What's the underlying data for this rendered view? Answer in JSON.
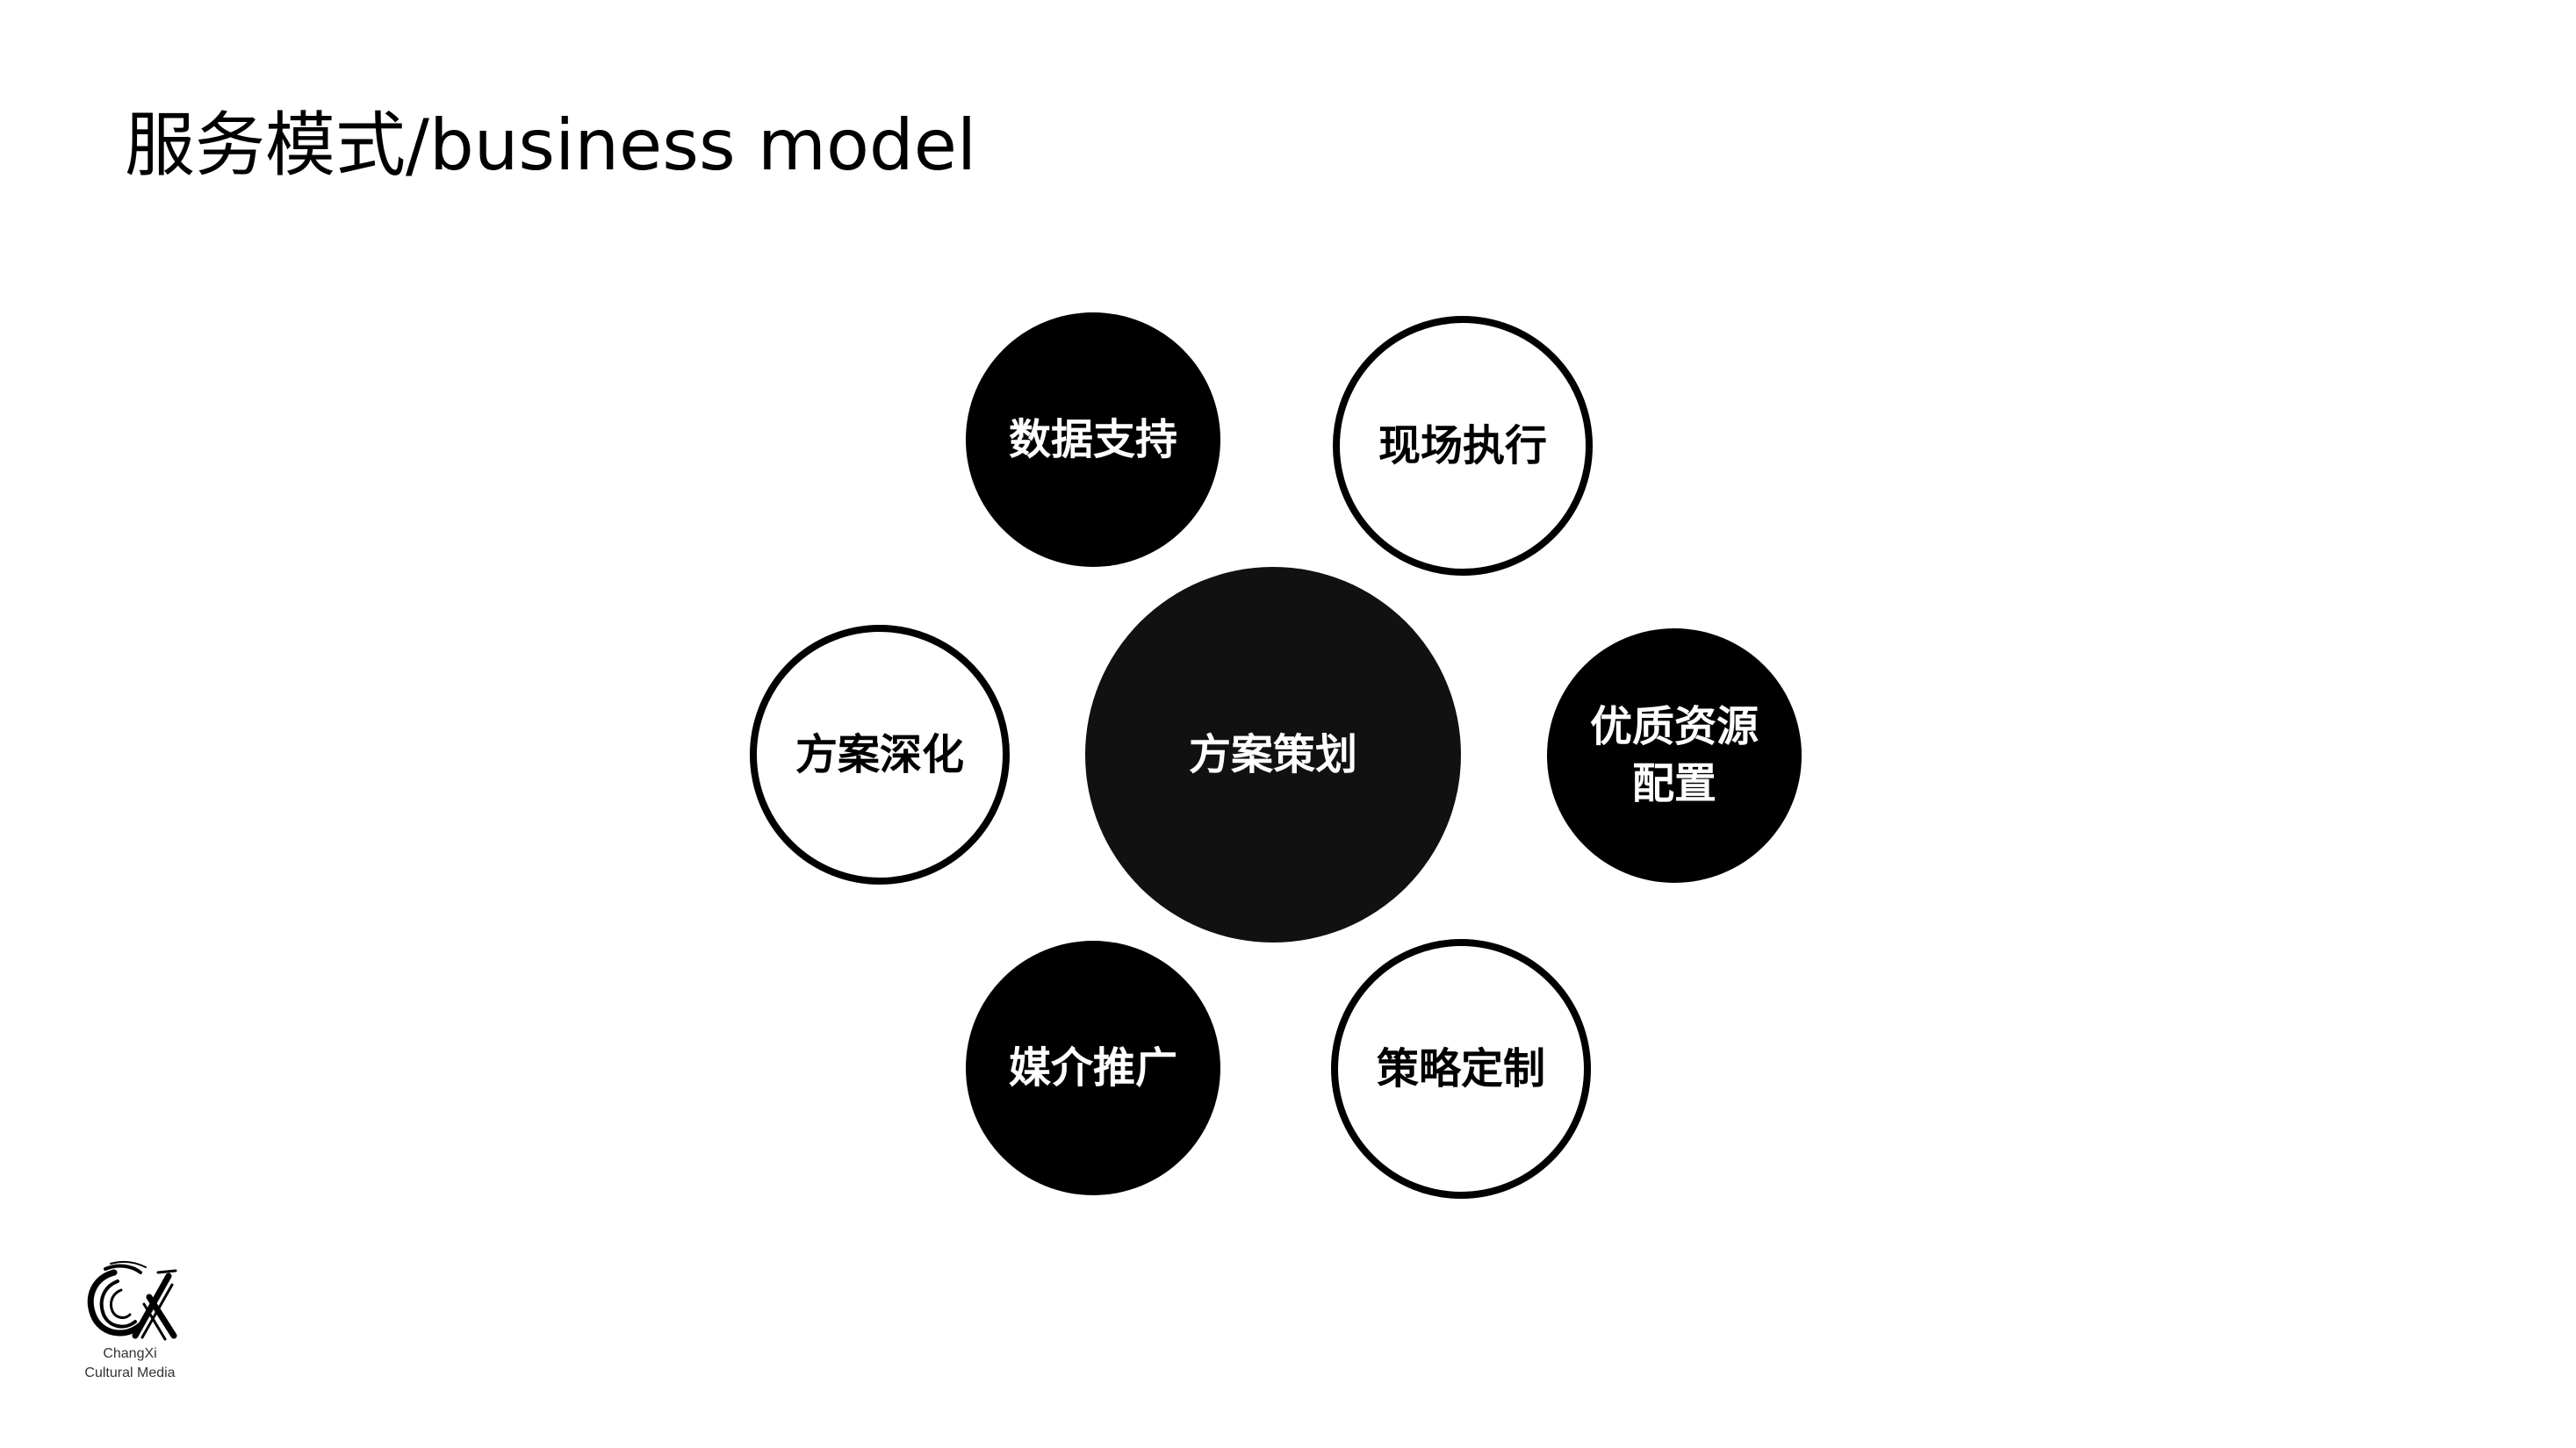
{
  "title": "服务模式/business model",
  "colors": {
    "fill": "#000000",
    "center_fill": "#111111",
    "outline": "#000000",
    "background": "#ffffff"
  },
  "nodes": {
    "center": {
      "label": "方案策划",
      "style": "filled"
    },
    "data_support": {
      "label": "数据支持",
      "style": "filled"
    },
    "onsite_execution": {
      "label": "现场执行",
      "style": "outline"
    },
    "plan_deepening": {
      "label": "方案深化",
      "style": "outline"
    },
    "resource_allocation": {
      "label": "优质资源配置",
      "style": "filled"
    },
    "media_promotion": {
      "label": "媒介推广",
      "style": "filled"
    },
    "strategy_customization": {
      "label": "策略定制",
      "style": "outline"
    }
  },
  "logo": {
    "icon": "changxi-logo-mark",
    "line1": "ChangXi",
    "line2": "Cultural Media"
  }
}
